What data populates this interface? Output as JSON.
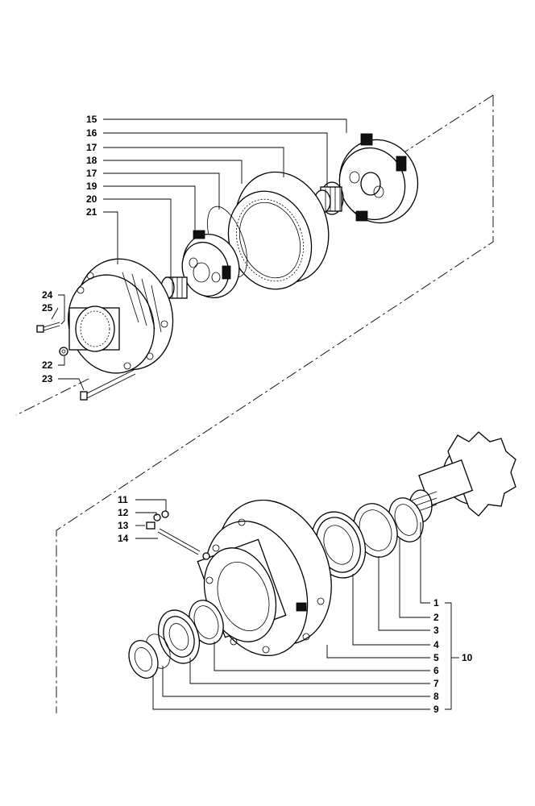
{
  "callouts": {
    "c1": "1",
    "c2": "2",
    "c3": "3",
    "c4": "4",
    "c5": "5",
    "c6": "6",
    "c7": "7",
    "c8": "8",
    "c9": "9",
    "c10": "10",
    "c11": "11",
    "c12": "12",
    "c13": "13",
    "c14": "14",
    "c15": "15",
    "c16": "16",
    "c17a": "17",
    "c17b": "17",
    "c18": "18",
    "c19": "19",
    "c20": "20",
    "c21": "21",
    "c22": "22",
    "c23": "23",
    "c24": "24",
    "c25": "25"
  }
}
